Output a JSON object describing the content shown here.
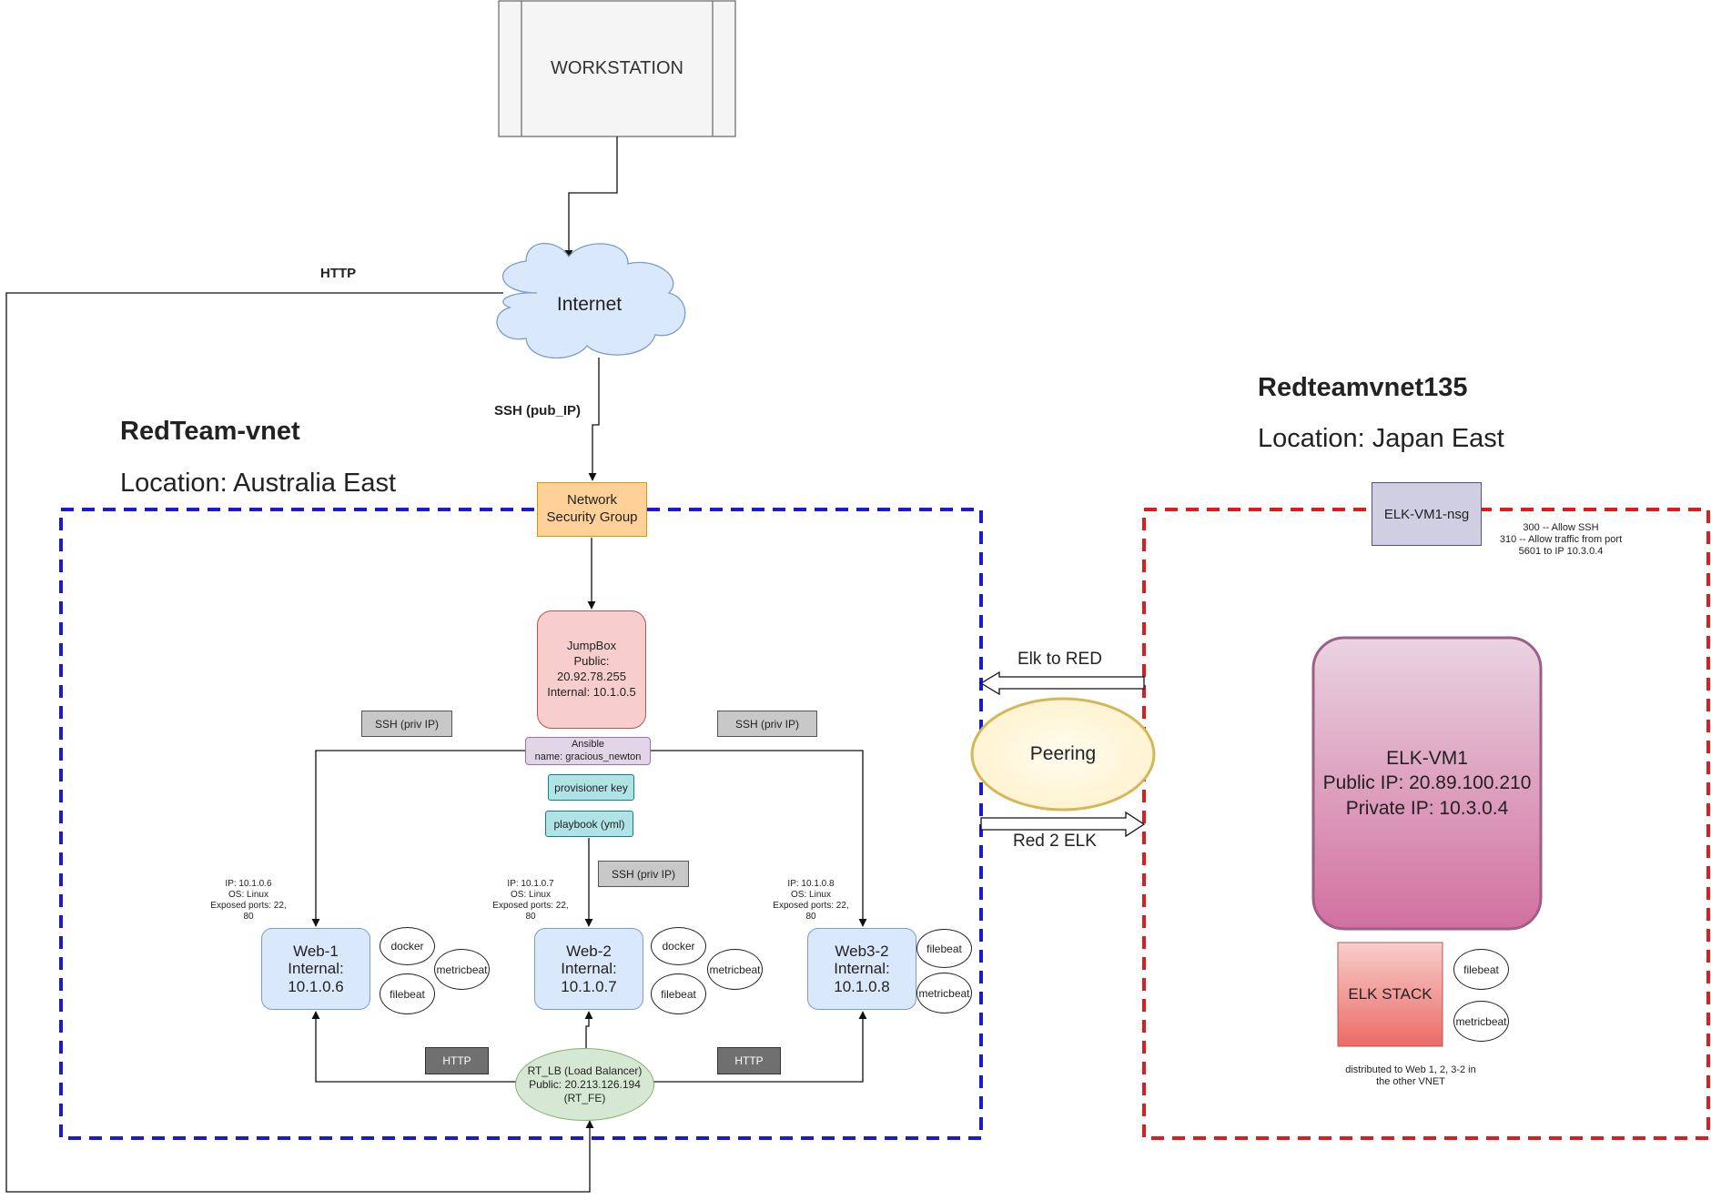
{
  "workstation": "WORKSTATION",
  "internet": "Internet",
  "edges": {
    "http_outer": "HTTP",
    "ssh_pub": "SSH (pub_IP)",
    "elk_to_red": "Elk to RED",
    "red_to_elk": "Red 2 ELK"
  },
  "left_vnet": {
    "title": "RedTeam-vnet",
    "location": "Location: Australia East",
    "nsg": "Network\nSecurity Group",
    "jumpbox": "JumpBox\nPublic:\n20.92.78.255\nInternal: 10.1.0.5",
    "ssh_left": "SSH (priv IP)",
    "ssh_right": "SSH (priv IP)",
    "ssh_mid": "SSH (priv IP)",
    "ansible": "Ansible\nname: gracious_newton",
    "provisioner": "provisioner key",
    "playbook": "playbook (yml)",
    "web1": {
      "info": "IP: 10.1.0.6\nOS: Linux\nExposed ports: 22,\n80",
      "label": "Web-1\nInternal:\n10.1.0.6",
      "tags": [
        "docker",
        "metricbeat",
        "filebeat"
      ]
    },
    "web2": {
      "info": "IP: 10.1.0.7\nOS: Linux\nExposed ports: 22,\n80",
      "label": "Web-2\nInternal:\n10.1.0.7",
      "tags": [
        "docker",
        "metricbeat",
        "filebeat"
      ]
    },
    "web3": {
      "info": "IP: 10.1.0.8\nOS: Linux\nExposed ports: 22,\n80",
      "label": "Web3-2\nInternal:\n10.1.0.8",
      "tags": [
        "filebeat",
        "metricbeat"
      ]
    },
    "http_left": "HTTP",
    "http_right": "HTTP",
    "lb": "RT_LB (Load Balancer)\nPublic: 20.213.126.194\n(RT_FE)"
  },
  "peering": "Peering",
  "right_vnet": {
    "title": "Redteamvnet135",
    "location": "Location: Japan East",
    "nsg": "ELK-VM1-nsg",
    "nsg_rules": "300 -- Allow SSH\n310 -- Allow traffic from port\n5601 to IP 10.3.0.4",
    "vm": "ELK-VM1\nPublic IP: 20.89.100.210\nPrivate IP: 10.3.0.4",
    "stack": "ELK STACK",
    "stack_tags": [
      "filebeat",
      "metricbeat"
    ],
    "note": "distributed to Web 1, 2, 3-2 in\nthe other VNET"
  },
  "colors": {
    "left_border": "#1a1ad1",
    "right_border": "#e01b1b",
    "nsg_fill": "#ffd199",
    "jumpbox_fill": "#f8cecc",
    "ansible_fill": "#e1d5e7",
    "key_fill": "#b0e3e6",
    "web_fill": "#dae8fc",
    "lb_fill": "#d5e8d4",
    "peering_fill": "#fff2cc",
    "elk_vm_fill": "#d0729e"
  }
}
